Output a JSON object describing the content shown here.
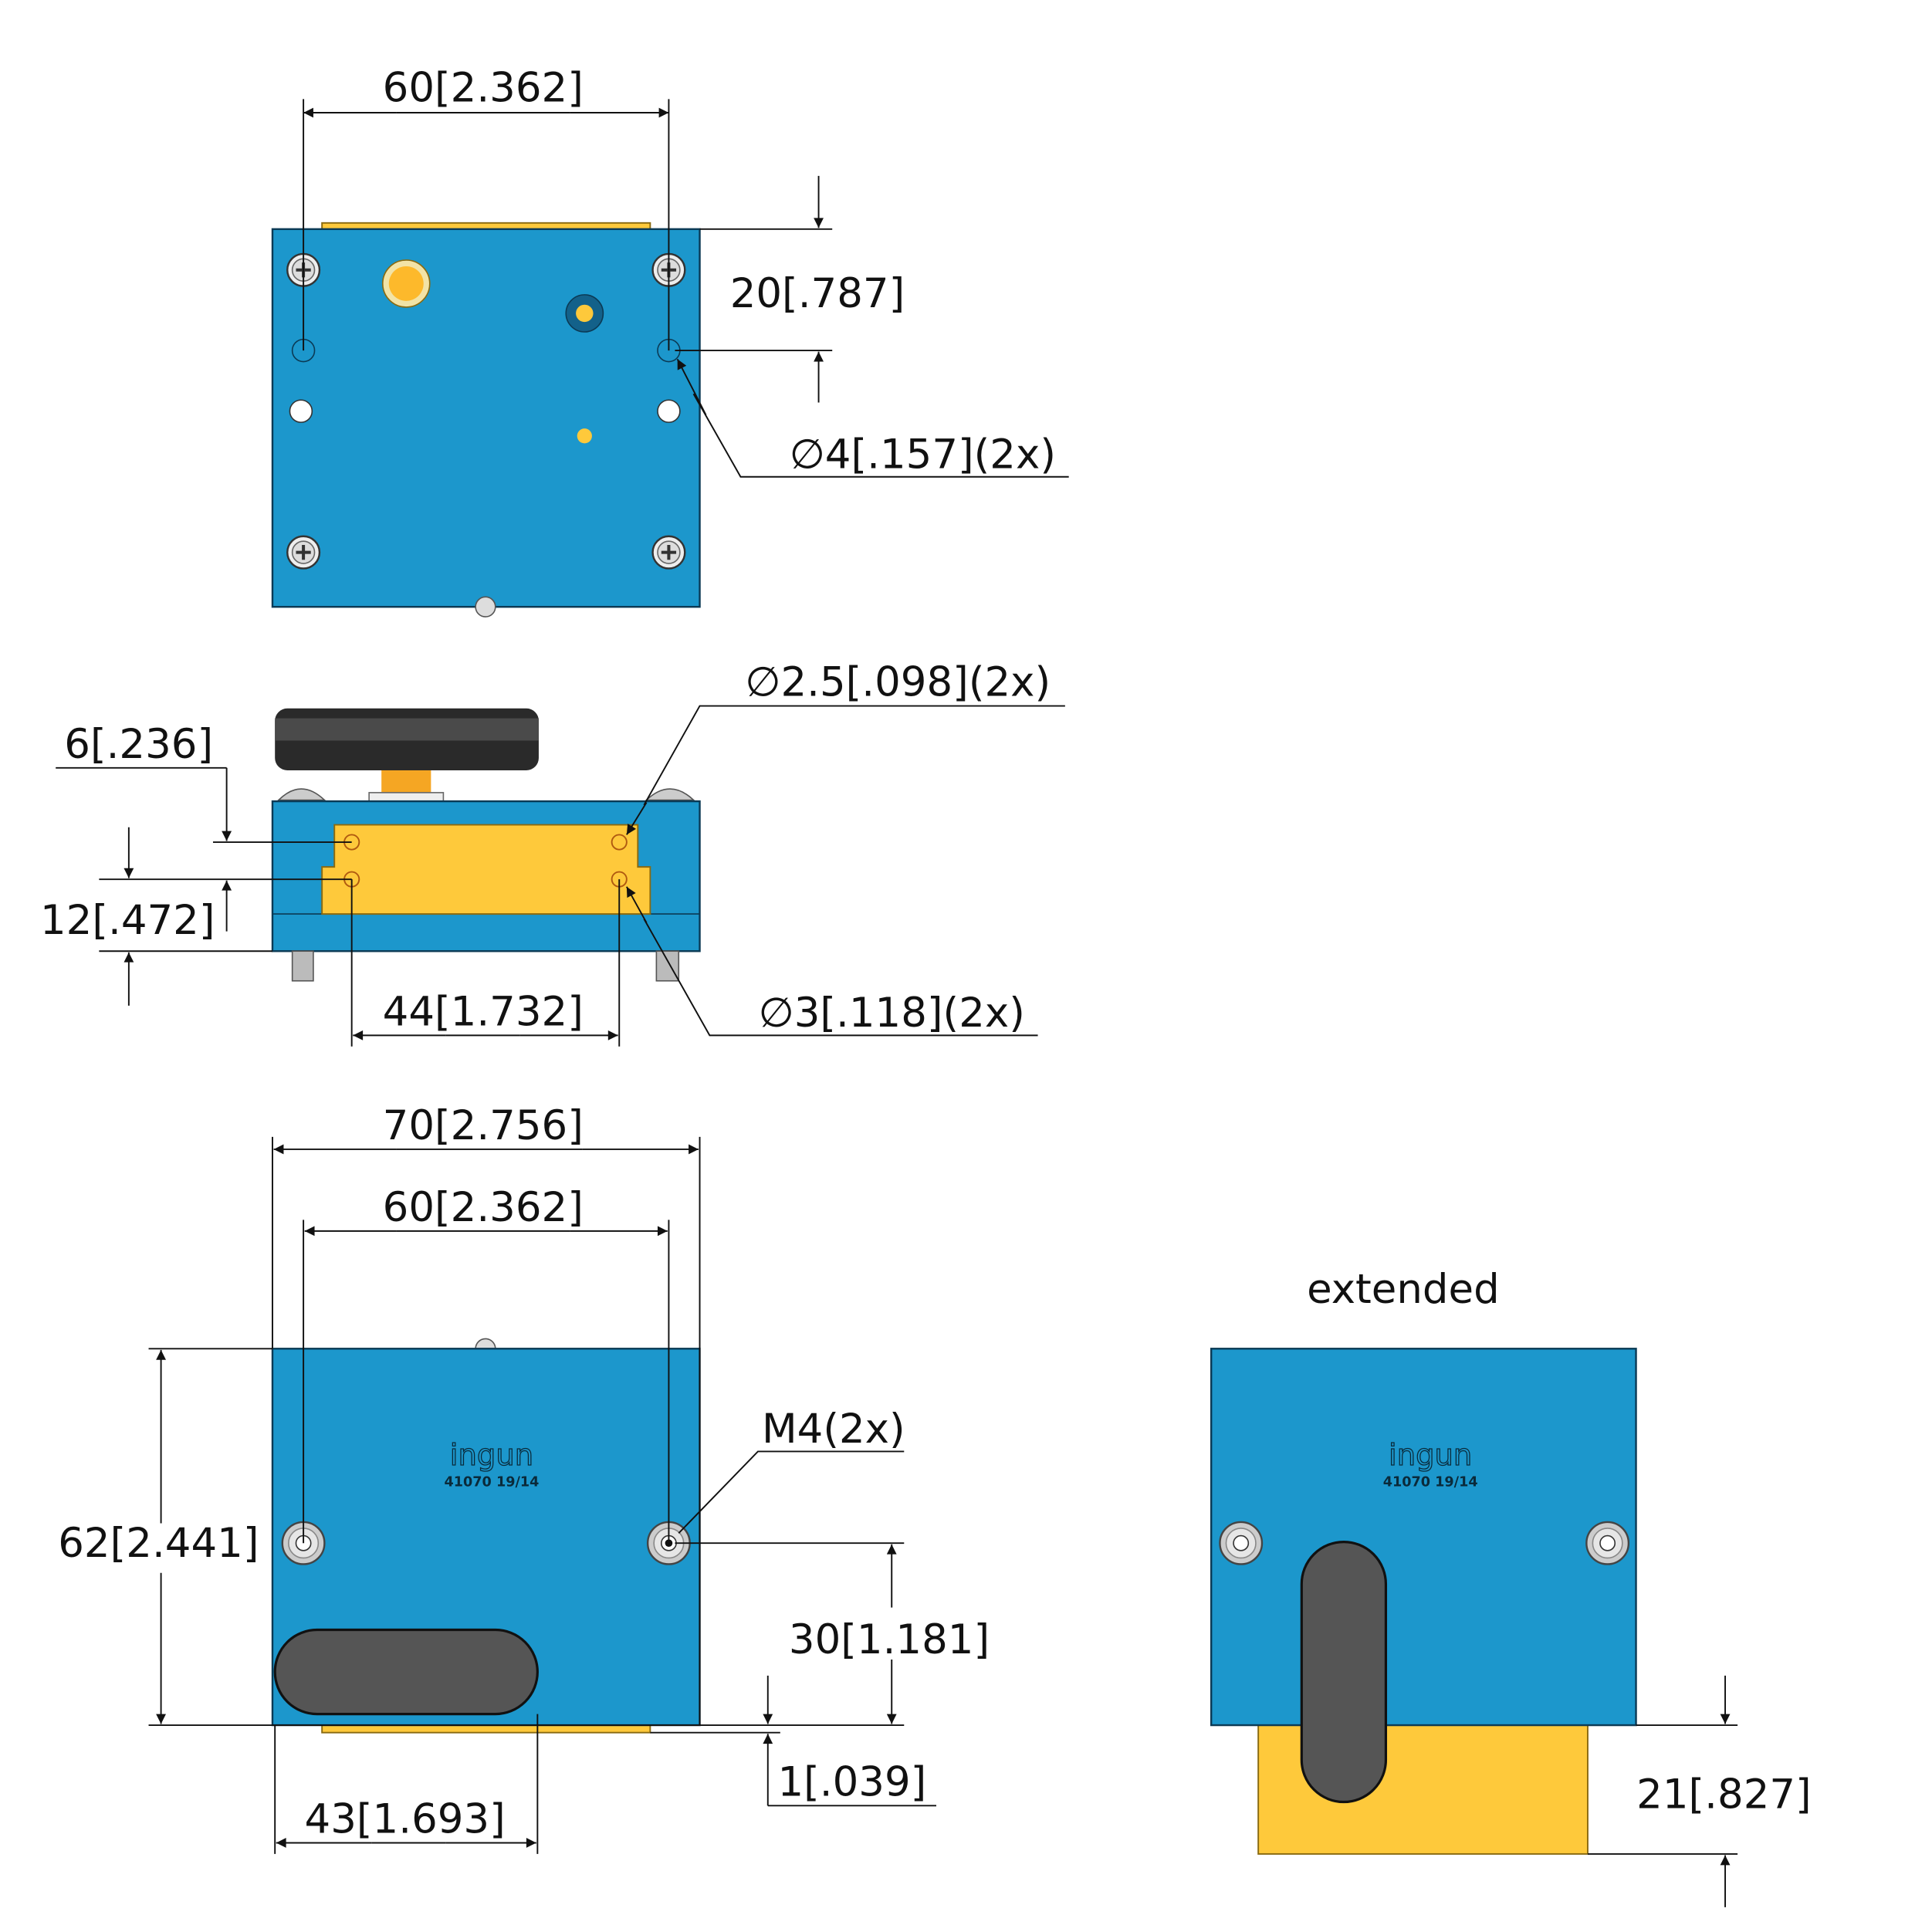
{
  "colors": {
    "body": "#1c97cc",
    "slider": "#fec93b",
    "knob": "#555555"
  },
  "top_view": {
    "dim_width": "60[2.362]",
    "dim_offset": "20[.787]",
    "dim_hole": "∅4[.157](2x)"
  },
  "side_view": {
    "dim_hole_small": "∅2.5[.098](2x)",
    "dim_depth": "6[.236]",
    "dim_height": "12[.472]",
    "dim_spacing": "44[1.732]",
    "dim_hole_large": "∅3[.118](2x)"
  },
  "bottom_view": {
    "dim_total_width": "70[2.756]",
    "dim_width": "60[2.362]",
    "dim_length": "62[2.441]",
    "thread": "M4(2x)",
    "dim_screw_pos": "30[1.181]",
    "dim_overhang": "1[.039]",
    "dim_slot": "43[1.693]",
    "logo": "ingun",
    "part_number": "41070  19/14"
  },
  "extended_view": {
    "title": "extended",
    "dim_extension": "21[.827]",
    "logo": "ingun",
    "part_number": "41070  19/14"
  }
}
